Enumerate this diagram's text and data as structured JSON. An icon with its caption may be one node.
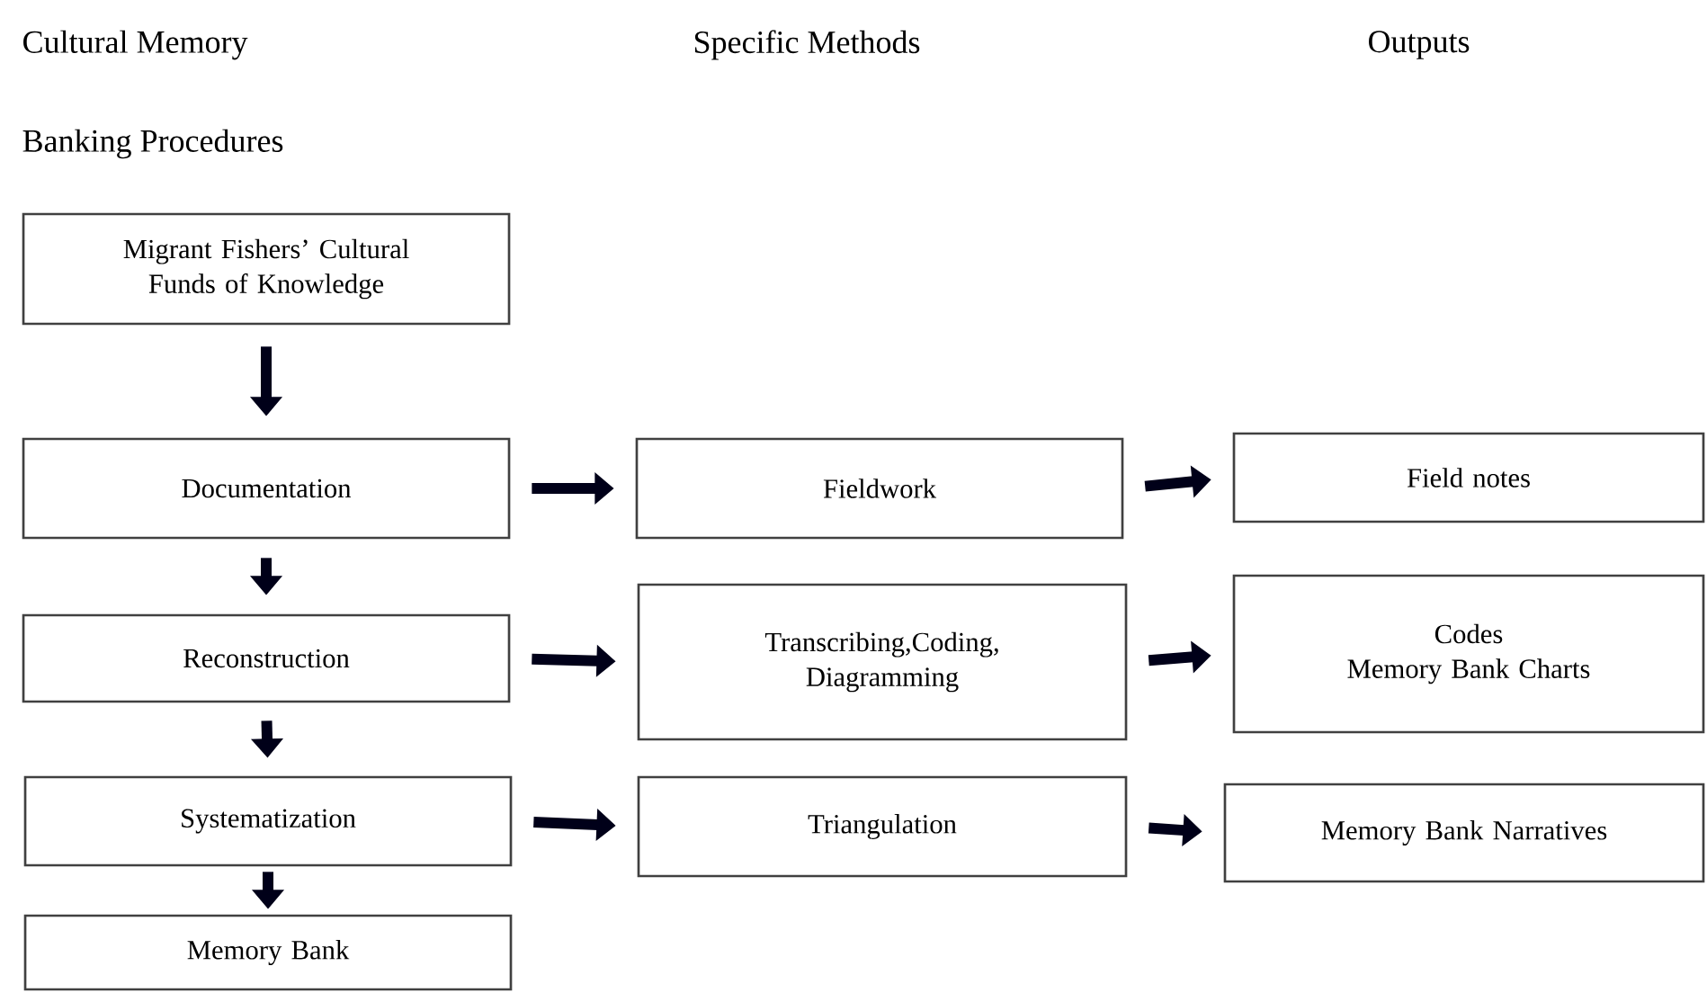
{
  "diagram": {
    "nodes": [
      {
        "text": [
          "Migrant Fishers’ Cultural Funds of Knowledge"
        ]
      },
      {
        "text": [
          "Documentation"
        ]
      },
      {
        "text": [
          "Fieldwork"
        ]
      },
      {
        "text": [
          "Field notes"
        ]
      },
      {
        "text": [
          "Reconstruction"
        ]
      },
      {
        "text": [
          "Transcribing,Coding, Diagramming"
        ]
      },
      {
        "text": [
          "Codes",
          "Memory Bank Charts"
        ]
      },
      {
        "text": [
          "Systematization"
        ]
      },
      {
        "text": [
          "Triangulation"
        ]
      },
      {
        "text": [
          "Memory Bank Narratives"
        ]
      },
      {
        "text": [
          "Memory Bank"
        ]
      }
    ],
    "edges": [
      {
        "from": 0,
        "to": 1,
        "arrow": "to"
      },
      {
        "from": 1,
        "to": 2,
        "arrow": "to"
      },
      {
        "from": 2,
        "to": 3,
        "arrow": "to"
      },
      {
        "from": 1,
        "to": 4,
        "arrow": "to"
      },
      {
        "from": 4,
        "to": 5,
        "arrow": "to"
      },
      {
        "from": 5,
        "to": 6,
        "arrow": "to"
      },
      {
        "from": 4,
        "to": 7,
        "arrow": "to"
      },
      {
        "from": 7,
        "to": 8,
        "arrow": "to"
      },
      {
        "from": 8,
        "to": 9,
        "arrow": "to"
      },
      {
        "from": 7,
        "to": 10,
        "arrow": "to"
      }
    ],
    "labels": [
      "Cultural Memory",
      "Specific Methods",
      "Outputs",
      "Banking Procedures"
    ]
  }
}
